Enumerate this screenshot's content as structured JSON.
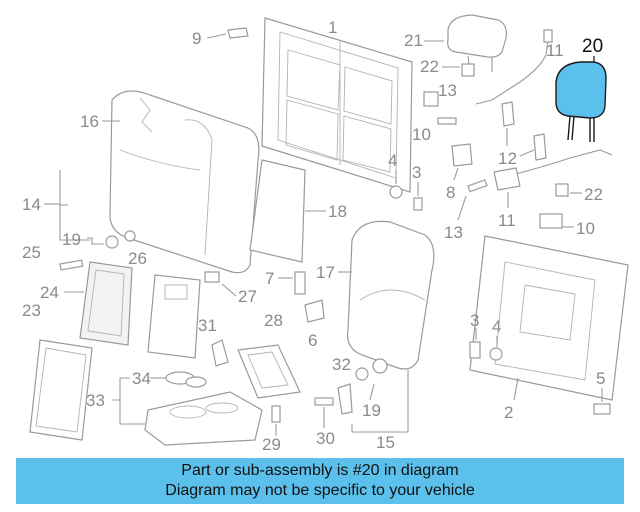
{
  "callouts": {
    "c1": "1",
    "c2": "2",
    "c3a": "3",
    "c3b": "3",
    "c4a": "4",
    "c4b": "4",
    "c5": "5",
    "c6": "6",
    "c7": "7",
    "c8": "8",
    "c9": "9",
    "c10a": "10",
    "c10b": "10",
    "c11a": "11",
    "c11b": "11",
    "c12": "12",
    "c13a": "13",
    "c13b": "13",
    "c14": "14",
    "c15": "15",
    "c16": "16",
    "c17": "17",
    "c18": "18",
    "c19a": "19",
    "c19b": "19",
    "c20": "20",
    "c21": "21",
    "c22a": "22",
    "c22b": "22",
    "c23": "23",
    "c24": "24",
    "c25": "25",
    "c26": "26",
    "c27": "27",
    "c28": "28",
    "c29": "29",
    "c30": "30",
    "c31": "31",
    "c32": "32",
    "c33": "33",
    "c34": "34"
  },
  "highlight_color": "#5bc0eb",
  "caption": {
    "line1": "Part or sub-assembly is #20 in diagram",
    "line2": "Diagram may not be specific to your vehicle"
  }
}
